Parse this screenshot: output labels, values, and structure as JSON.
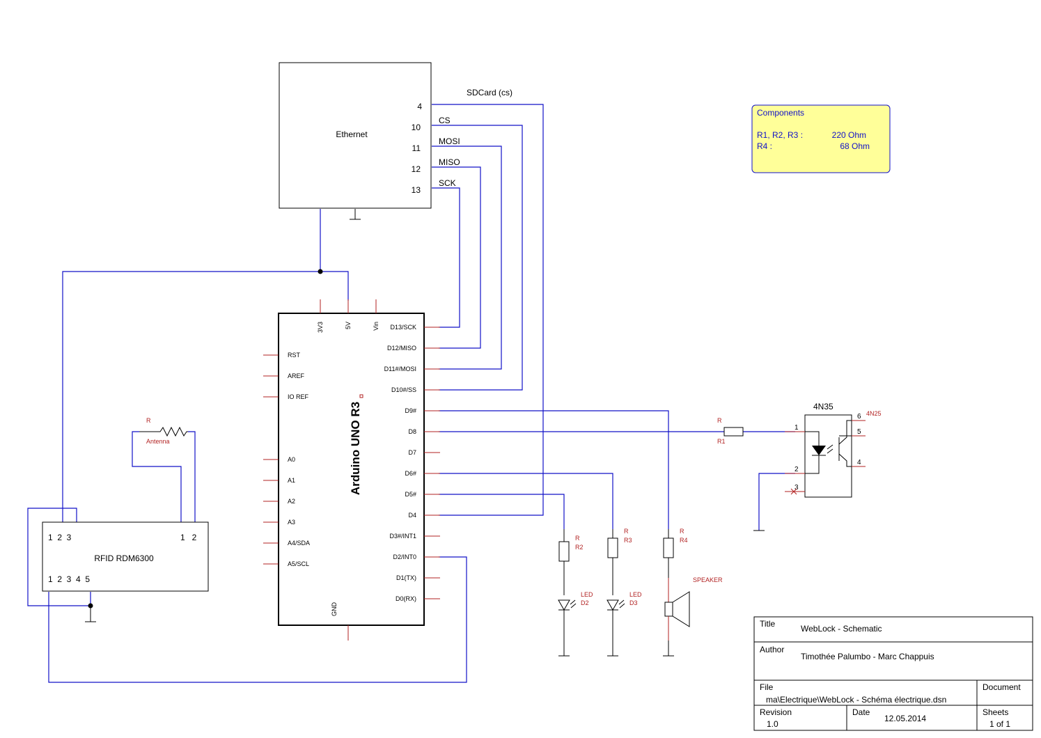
{
  "ethernet": {
    "name": "Ethernet",
    "pins": [
      "4",
      "10",
      "11",
      "12",
      "13"
    ],
    "signals": [
      "SDCard (cs)",
      "CS",
      "MOSI",
      "MISO",
      "SCK"
    ]
  },
  "arduino": {
    "name": "Arduino UNO R3",
    "top_pins": [
      "3V3",
      "5V",
      "Vin"
    ],
    "left_pins": [
      "RST",
      "AREF",
      "IO REF",
      "A0",
      "A1",
      "A2",
      "A3",
      "A4/SDA",
      "A5/SCL"
    ],
    "right_pins": [
      "D13/SCK",
      "D12/MISO",
      "D11#/MOSI",
      "D10#/SS",
      "D9#",
      "D8",
      "D7",
      "D6#",
      "D5#",
      "D4",
      "D3#/INT1",
      "D2/INT0",
      "D1(TX)",
      "D0(RX)"
    ],
    "bottom_pin": "GND"
  },
  "rfid": {
    "name": "RFID RDM6300",
    "top_left_pins": "1  2  3",
    "top_right_pins": "1   2",
    "bottom_pins": "1  2  3  4  5"
  },
  "antenna": {
    "ref": "R",
    "label": "Antenna"
  },
  "resistors": [
    {
      "ref": "R",
      "name": "R1"
    },
    {
      "ref": "R",
      "name": "R2"
    },
    {
      "ref": "R",
      "name": "R3"
    },
    {
      "ref": "R",
      "name": "R4"
    }
  ],
  "leds": [
    {
      "ref": "LED",
      "name": "D2"
    },
    {
      "ref": "LED",
      "name": "D3"
    }
  ],
  "speaker": {
    "label": "SPEAKER"
  },
  "optocoupler": {
    "name": "4N35",
    "value": "4N25",
    "pins": [
      "1",
      "2",
      "3",
      "4",
      "5",
      "6"
    ]
  },
  "components_note": {
    "title": "Components",
    "rows": [
      {
        "refs": "R1, R2, R3 :",
        "value": "220 Ohm"
      },
      {
        "refs": "R4 :",
        "value": "68 Ohm"
      }
    ]
  },
  "title_block": {
    "title_label": "Title",
    "title": "WebLock - Schematic",
    "author_label": "Author",
    "author": "Timothée Palumbo - Marc Chappuis",
    "file_label": "File",
    "file": "ma\\Electrique\\WebLock - Schéma électrique.dsn",
    "document_label": "Document",
    "revision_label": "Revision",
    "revision": "1.0",
    "date_label": "Date",
    "date": "12.05.2014",
    "sheets_label": "Sheets",
    "sheets": "1 of 1"
  },
  "colors": {
    "wire": "#1010c8",
    "pin": "#b22222",
    "part": "#000000",
    "note_fill": "#ffff99"
  }
}
